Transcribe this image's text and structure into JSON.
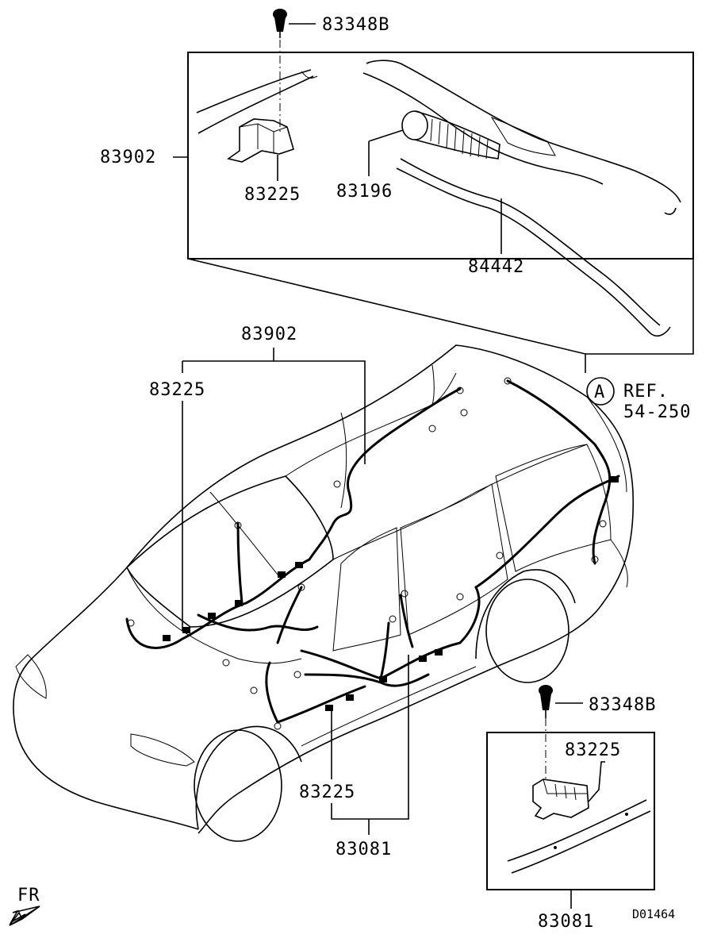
{
  "diagram": {
    "drawing_number": "D01464",
    "direction_label": "FR",
    "ref_circle": "A",
    "ref_text_line1": "REF.",
    "ref_text_line2": "54-250"
  },
  "labels": {
    "screw_top": "83348B",
    "harness_top_detail": "83902",
    "clip_top_detail": "83225",
    "grommet": "83196",
    "cover": "84442",
    "harness_main": "83902",
    "clip_main_upper": "83225",
    "clip_main_lower": "83225",
    "harness_floor": "83081",
    "screw_bottom": "83348B",
    "clip_bottom_detail": "83225",
    "harness_bottom_detail": "83081"
  }
}
